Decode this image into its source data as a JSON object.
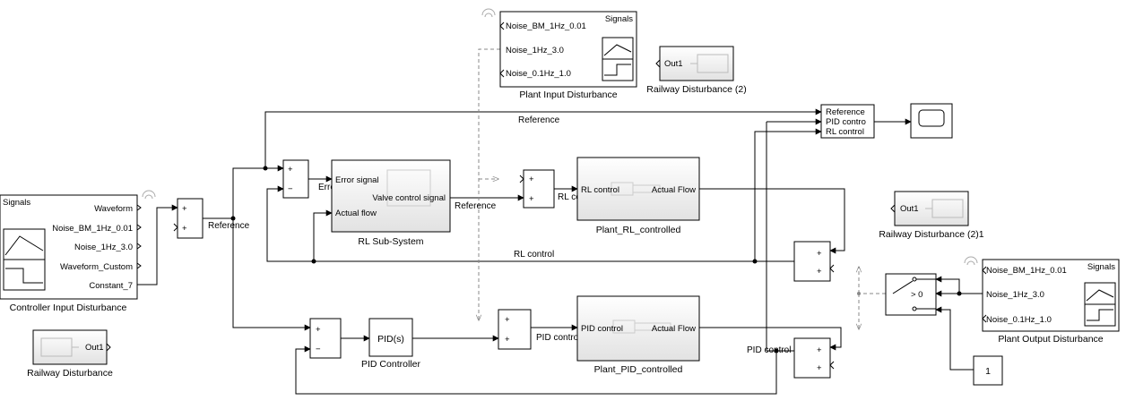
{
  "blocks": {
    "controller_input": {
      "header": "Signals",
      "ports": [
        "Waveform",
        "Noise_BM_1Hz_0.01",
        "Noise_1Hz_3.0",
        "Waveform_Custom",
        "Constant_7"
      ],
      "caption": "Controller Input Disturbance"
    },
    "plant_input": {
      "header": "Signals",
      "ports": [
        "Noise_BM_1Hz_0.01",
        "Noise_1Hz_3.0",
        "Noise_0.1Hz_1.0"
      ],
      "caption": "Plant Input Disturbance"
    },
    "plant_output": {
      "header": "Signals",
      "ports": [
        "Noise_BM_1Hz_0.01",
        "Noise_1Hz_3.0",
        "Noise_0.1Hz_1.0"
      ],
      "caption": "Plant Output Disturbance"
    },
    "railway": {
      "port": "Out1",
      "caption": "Railway Disturbance"
    },
    "railway2": {
      "port": "Out1",
      "caption": "Railway Disturbance (2)"
    },
    "railway21": {
      "port": "Out1",
      "caption": "Railway Disturbance (2)1"
    },
    "rl_subsystem": {
      "in_ports": [
        "Error signal",
        "Actual flow"
      ],
      "out_port": "Valve control signal",
      "caption": "RL Sub-System"
    },
    "plant_rl": {
      "in_port": "RL control",
      "out_port": "Actual Flow",
      "caption": "Plant_RL_controlled"
    },
    "plant_pid": {
      "in_port": "PID control",
      "out_port": "Actual Flow",
      "caption": "Plant_PID_controlled"
    },
    "pid_controller": {
      "text": "PID(s)",
      "caption": "PID Controller"
    },
    "mux": {
      "ports": [
        "Reference",
        "PID contro",
        "RL control"
      ]
    },
    "switch": {
      "text": "> 0"
    },
    "constant": {
      "value": "1"
    },
    "sum_signs": {
      "plus": "+",
      "minus": "−"
    }
  },
  "signals": {
    "reference": "Reference",
    "error_signal": "Error signal",
    "rl_control": "RL control",
    "pid_control": "PID control"
  }
}
